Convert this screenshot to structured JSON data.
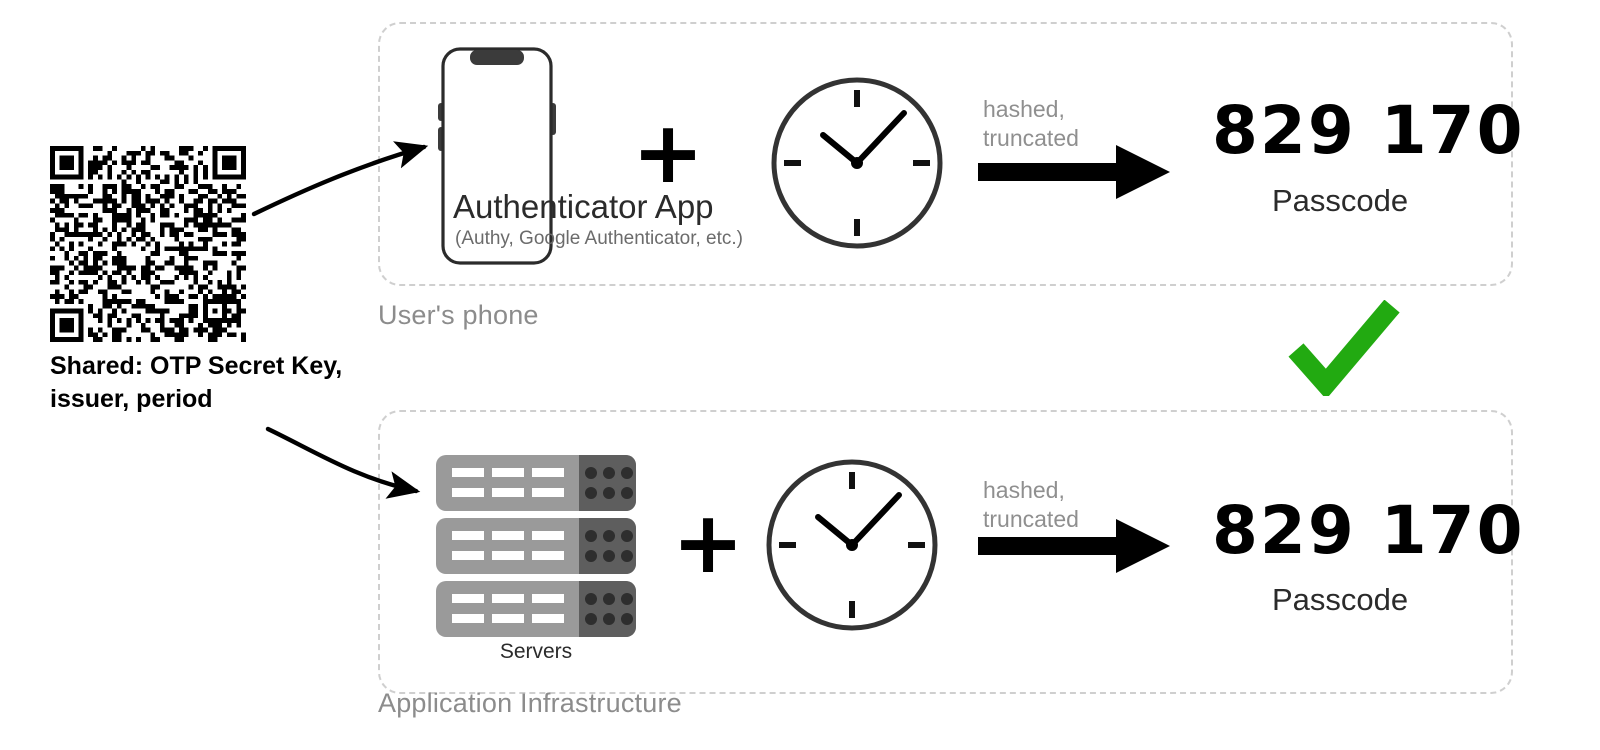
{
  "diagram": {
    "title": "TOTP two-factor authentication flow",
    "background": "#ffffff",
    "accent_green": "#22aa11",
    "dashed_border_color": "#cfcfcf",
    "muted_text_color": "#8c8c8c"
  },
  "secret": {
    "qr_alt": "qr-code",
    "caption": "Shared: OTP Secret Key,\nissuer, period",
    "caption_line1": "Shared: OTP Secret Key,",
    "caption_line2": "issuer, period"
  },
  "arrows": {
    "to_phone": "curved-arrow-to-phone",
    "to_servers": "curved-arrow-to-servers",
    "hashed_label": "hashed,\ntruncated"
  },
  "phone_group": {
    "label": "User's phone",
    "device_icon": "smartphone-icon",
    "app_title": "Authenticator App",
    "app_subtitle": "(Authy, Google Authenticator, etc.)",
    "plus_symbol": "+",
    "clock_icon": "clock-icon",
    "clock_hour": 10,
    "clock_minute": 7,
    "transform_label": "hashed,\ntruncated",
    "passcode": "829 170",
    "passcode_label": "Passcode"
  },
  "infra_group": {
    "label": "Application Infrastructure",
    "device_icon": "servers-icon",
    "device_label": "Servers",
    "plus_symbol": "+",
    "clock_icon": "clock-icon",
    "clock_hour": 10,
    "clock_minute": 7,
    "transform_label": "hashed,\ntruncated",
    "passcode": "829 170",
    "passcode_label": "Passcode"
  },
  "match": {
    "icon": "green-checkmark-icon",
    "color": "#22aa11",
    "meaning": "codes match"
  }
}
